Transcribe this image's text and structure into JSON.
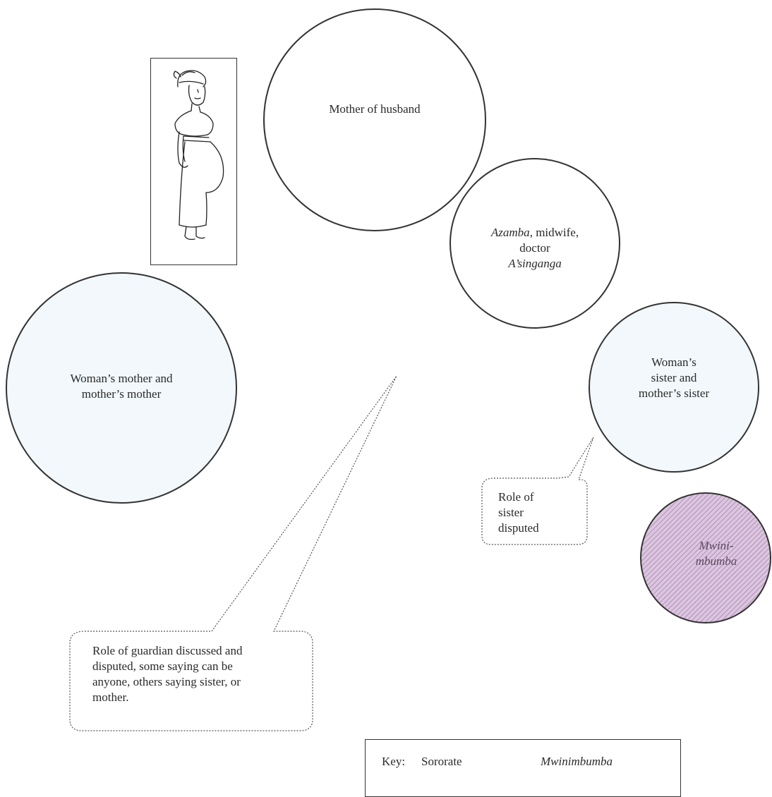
{
  "circles": {
    "mother_of_husband": {
      "label": "Mother of husband"
    },
    "azamba": {
      "line1_italic": "Azamba",
      "line1_rest": ", midwife,",
      "line2": "doctor",
      "line3_italic": "A’singanga"
    },
    "womans_mother": {
      "line1": "Woman’s mother and",
      "line2": "mother’s mother"
    },
    "womans_sister": {
      "line1": "Woman’s",
      "line2": "sister and",
      "line3": "mother’s sister"
    },
    "mwinimbumba": {
      "line1": "Mwini-",
      "line2": "mbumba"
    }
  },
  "callouts": {
    "sister": {
      "line1": "Role of",
      "line2": "sister",
      "line3": "disputed"
    },
    "guardian": {
      "line1": "Role of guardian discussed and",
      "line2": "disputed, some saying can be",
      "line3": "anyone, others saying sister, or",
      "line4": "mother."
    }
  },
  "key": {
    "prefix": "Key:",
    "sororate": "Sororate",
    "mwinimbumba": "Mwinimbumba"
  },
  "colors": {
    "sororate_fill": "#f2f8fb",
    "mwinimbumba_fill": "#d9c2dc",
    "mwinimbumba_hatch": "#a98bb0",
    "outline": "#333333"
  }
}
